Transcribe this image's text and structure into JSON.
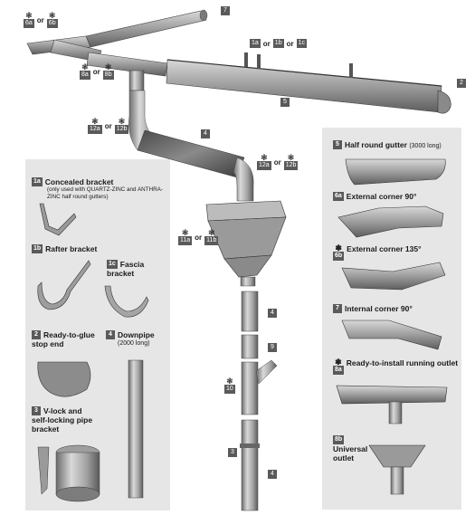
{
  "callouts": {
    "n7": "7",
    "n6a": "6a",
    "n6b": "6b",
    "n1a": "1a",
    "n1b": "1b",
    "n1c": "1c",
    "n8a": "8a",
    "n8b": "8b",
    "n2": "2",
    "n5": "5",
    "n12a": "12a",
    "n12b": "12b",
    "n4_top": "4",
    "n12a_r": "12a",
    "n12b_r": "12b",
    "n11a": "11a",
    "n11b": "11b",
    "n4_mid": "4",
    "n9": "9",
    "n10": "10",
    "n3": "3",
    "n4_bot": "4",
    "or": "or",
    "star": "❃"
  },
  "left_panel": {
    "b1a": {
      "num": "1a",
      "title": "Concealed bracket",
      "note": "(only used with QUARTZ-ZINC and ANTHRA-ZINC half round gutters)"
    },
    "b1b": {
      "num": "1b",
      "title": "Rafter bracket"
    },
    "b1c": {
      "num": "1c",
      "title": "Fascia bracket"
    },
    "b2": {
      "num": "2",
      "title": "Ready-to-glue stop end"
    },
    "b4": {
      "num": "4",
      "title": "Downpipe",
      "sub": "(2000 long)"
    },
    "b3": {
      "num": "3",
      "title": "V-lock and self-locking pipe bracket"
    }
  },
  "right_panel": {
    "p5": {
      "num": "5",
      "title": "Half round gutter",
      "sub": "(3000 long)"
    },
    "p6a": {
      "num": "6a",
      "title": "External corner 90°"
    },
    "p6b": {
      "num": "6b",
      "title": "External corner 135°"
    },
    "p7": {
      "num": "7",
      "title": "Internal corner 90°"
    },
    "p8a": {
      "num": "8a",
      "title": "Ready-to-install running outlet"
    },
    "p8b": {
      "num": "8b",
      "title": "Universal outlet"
    }
  },
  "colors": {
    "panel": "#e6e6e6",
    "metal": "#a9a9a9",
    "metal_dark": "#6d6d6d",
    "label_box": "#5a5a5a"
  }
}
